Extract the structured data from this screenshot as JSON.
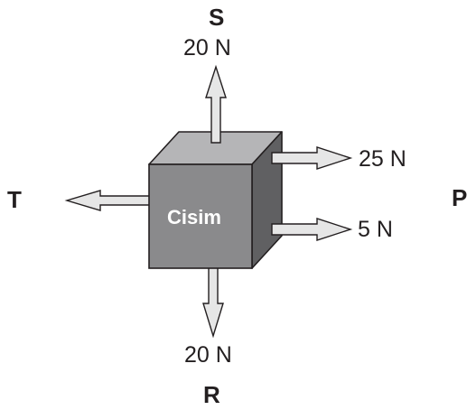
{
  "body_label": "Cisim",
  "directions": {
    "top": "S",
    "bottom": "R",
    "left": "T",
    "right": "P"
  },
  "forces": {
    "up": "20 N",
    "down": "20 N",
    "right_upper": "25 N",
    "right_lower": "5 N"
  },
  "colors": {
    "cube_front": "#8a8a8c",
    "cube_top": "#b5b5b7",
    "cube_side": "#606062",
    "arrow_fill": "#e6e6e6",
    "outline": "#231f20",
    "body_text": "#ffffff"
  }
}
